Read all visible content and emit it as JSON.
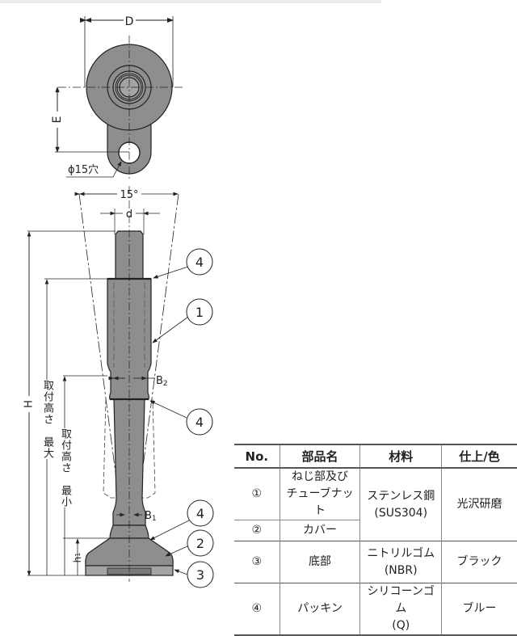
{
  "drawing": {
    "top_view": {
      "dim_width_label": "D",
      "dim_offset_label": "E",
      "hole_label": "ϕ15穴"
    },
    "side_view": {
      "angle_label": "15°",
      "thread_dia_label": "d",
      "b2_label": "B",
      "b2_sub": "2",
      "b1_label": "B",
      "b1_sub": "1",
      "h1_label": "h",
      "h1_sub": "1",
      "total_height_label": "H",
      "mount_height_max_label": "取付高さ　最大",
      "mount_height_min_label": "取付高さ　最小"
    },
    "callouts": [
      {
        "id": "callout-4-top",
        "label": "4"
      },
      {
        "id": "callout-1",
        "label": "1"
      },
      {
        "id": "callout-4-mid",
        "label": "4"
      },
      {
        "id": "callout-4-bottom",
        "label": "4"
      },
      {
        "id": "callout-2",
        "label": "2"
      },
      {
        "id": "callout-3",
        "label": "3"
      }
    ],
    "colors": {
      "part_fill": "#8e8e8e",
      "part_fill_light": "#a4a4a4",
      "line": "#222222"
    }
  },
  "parts_table": {
    "headers": {
      "no": "No.",
      "name": "部品名",
      "material": "材料",
      "finish": "仕上/色"
    },
    "rows": [
      {
        "no": "①",
        "name_line1": "ねじ部及び",
        "name_line2": "チューブナット",
        "material_line1": "ステンレス鋼",
        "material_line2": "(SUS304)",
        "finish": "光沢研磨"
      },
      {
        "no": "②",
        "name_line1": "カバー"
      },
      {
        "no": "③",
        "name_line1": "底部",
        "material_line1": "ニトリルゴム",
        "material_line2": "(NBR)",
        "finish": "ブラック"
      },
      {
        "no": "④",
        "name_line1": "パッキン",
        "material_line1": "シリコーンゴム",
        "material_line2": "(Q)",
        "finish": "ブルー"
      }
    ]
  }
}
